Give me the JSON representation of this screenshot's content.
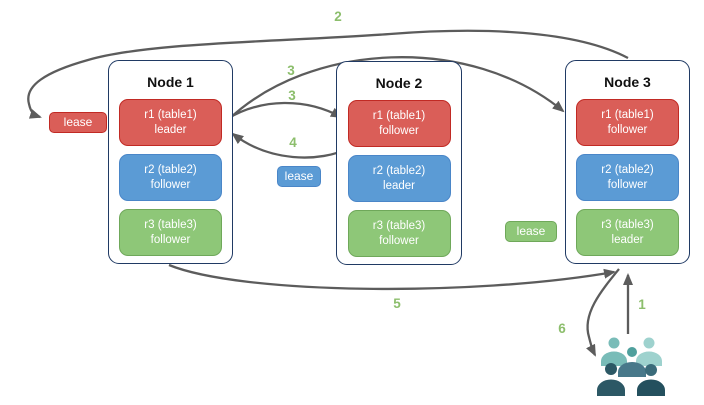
{
  "diagram": {
    "nodes": [
      {
        "title": "Node 1",
        "replicas": [
          {
            "line1": "r1 (table1)",
            "line2": "leader",
            "color": "red"
          },
          {
            "line1": "r2 (table2)",
            "line2": "follower",
            "color": "blue"
          },
          {
            "line1": "r3 (table3)",
            "line2": "follower",
            "color": "green"
          }
        ]
      },
      {
        "title": "Node 2",
        "replicas": [
          {
            "line1": "r1 (table1)",
            "line2": "follower",
            "color": "red"
          },
          {
            "line1": "r2 (table2)",
            "line2": "leader",
            "color": "blue"
          },
          {
            "line1": "r3 (table3)",
            "line2": "follower",
            "color": "green"
          }
        ]
      },
      {
        "title": "Node 3",
        "replicas": [
          {
            "line1": "r1 (table1)",
            "line2": "follower",
            "color": "red"
          },
          {
            "line1": "r2 (table2)",
            "line2": "follower",
            "color": "blue"
          },
          {
            "line1": "r3 (table3)",
            "line2": "leader",
            "color": "green"
          }
        ]
      }
    ],
    "leases": [
      {
        "label": "lease",
        "color": "red"
      },
      {
        "label": "lease",
        "color": "blue"
      },
      {
        "label": "lease",
        "color": "green"
      }
    ],
    "steps": [
      {
        "label": "2"
      },
      {
        "label": "3"
      },
      {
        "label": "3"
      },
      {
        "label": "4"
      },
      {
        "label": "5"
      },
      {
        "label": "1"
      },
      {
        "label": "6"
      }
    ],
    "icons": {
      "users": "users-icon"
    }
  },
  "theme": {
    "red_fill": "#da5e58",
    "red_border": "#c12a24",
    "blue_fill": "#5b9bd5",
    "blue_border": "#4a86c8",
    "green_fill": "#8ec778",
    "green_border": "#6fa85a",
    "node_border": "#203a64",
    "arrow": "#5c5c5c",
    "step": "#8cbe6c"
  }
}
